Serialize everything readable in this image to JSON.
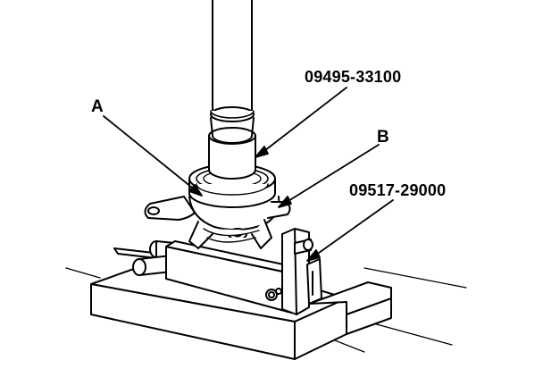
{
  "labels": {
    "part_upper": "09495-33100",
    "part_lower": "09517-29000",
    "letter_a": "A",
    "letter_b": "B"
  }
}
